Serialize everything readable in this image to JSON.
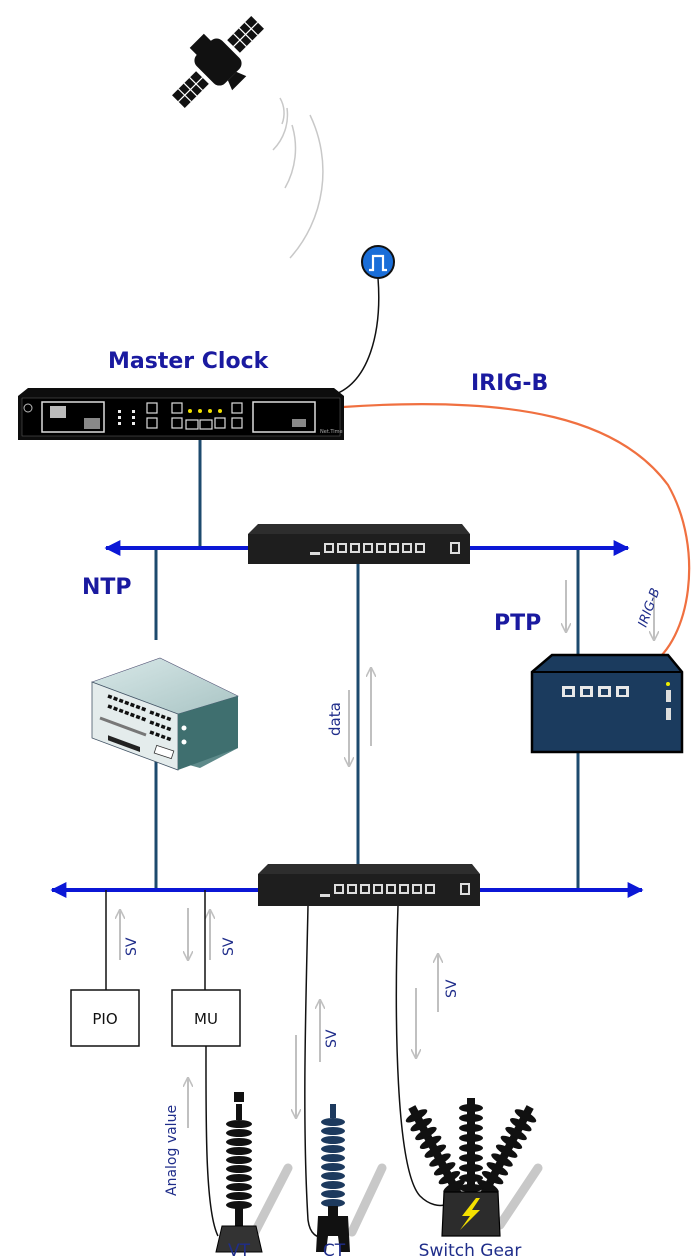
{
  "labels": {
    "master_clock": "Master Clock",
    "irig_b_title": "IRIG-B",
    "irig_b_small": "IRIG-B",
    "ntp": "NTP",
    "ptp": "PTP",
    "data": "data",
    "sv": "SV",
    "analog_value": "Analog value",
    "pio": "PIO",
    "mu": "MU",
    "vt": "VT",
    "ct": "CT",
    "switch_gear": "Switch Gear",
    "clock_brand": "Net.Time"
  },
  "icons": {
    "gps": "gps-antenna-icon",
    "satellite": "satellite-icon",
    "lightning": "lightning-icon"
  },
  "colors": {
    "bus": "#0b17d6",
    "link": "#1d4a6e",
    "irig": "#f07040",
    "arrow": "#c8c8c8",
    "text_bold": "#1a1aa0",
    "text": "#1f2d8a"
  }
}
